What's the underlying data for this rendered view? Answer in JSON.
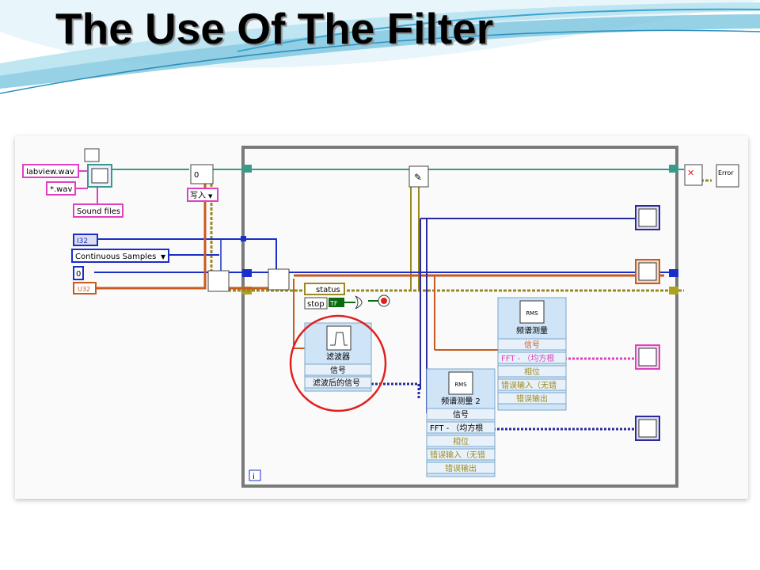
{
  "slide": {
    "title": "The Use Of The Filter"
  },
  "diagram": {
    "controls": {
      "file_path": "labview.wav",
      "pattern": "*.wav",
      "sound_files": "Sound files",
      "data_type": "I32",
      "sample_mode": "Continuous Samples",
      "zero_value": "0",
      "u32_value": "U32",
      "write_mode": "写入",
      "open_index": "0"
    },
    "loop": {
      "status_label": "status",
      "stop_label": "stop",
      "tf_label": "TF",
      "iteration_label": "i"
    },
    "filter_vi": {
      "title": "滤波器",
      "signal": "信号",
      "filtered_signal": "滤波后的信号"
    },
    "spectrum_vi_2": {
      "title": "频谱测量 2",
      "signal": "信号",
      "fft": "FFT - （均方根",
      "phase": "相位",
      "error_in": "错误输入（无错",
      "error_out": "错误输出"
    },
    "spectrum_vi": {
      "title": "频谱测量",
      "signal": "信号",
      "fft": "FFT - （均方根",
      "phase": "相位",
      "error_in": "错误输入（无错",
      "error_out": "错误输出"
    },
    "error_handler": "Error",
    "rms_icon": "RMS",
    "colors": {
      "wire_blue": "#1a2ec8",
      "wire_orange": "#c85a20",
      "wire_pink": "#e040c0",
      "wire_teal": "#3a9a8a",
      "wire_olive": "#9a8a20",
      "highlight_circle": "#e02020",
      "loop_border": "#777777"
    }
  }
}
